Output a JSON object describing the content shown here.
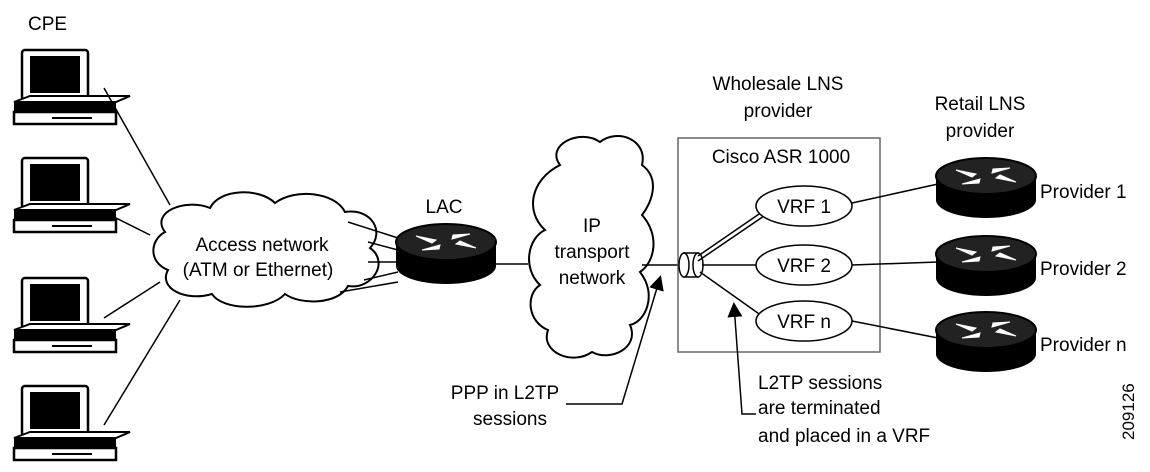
{
  "labels": {
    "cpe": "CPE",
    "access_line1": "Access network",
    "access_line2": "(ATM or Ethernet)",
    "lac": "LAC",
    "ip_line1": "IP",
    "ip_line2": "transport",
    "ip_line3": "network",
    "wholesale_line1": "Wholesale LNS",
    "wholesale_line2": "provider",
    "retail_line1": "Retail LNS",
    "retail_line2": "provider",
    "asr": "Cisco ASR 1000",
    "vrf1": "VRF 1",
    "vrf2": "VRF 2",
    "vrfn": "VRF n",
    "provider1": "Provider 1",
    "provider2": "Provider 2",
    "providern": "Provider n",
    "ppp_line1": "PPP in L2TP",
    "ppp_line2": "sessions",
    "l2tp_line1": "L2TP sessions",
    "l2tp_line2": "are terminated",
    "l2tp_line3": "and placed in a VRF",
    "figure_id": "209126"
  },
  "icons": {
    "cpe": "desktop-computer-icon",
    "router": "router-icon",
    "cloud": "network-cloud-icon"
  },
  "colors": {
    "ink": "#000000",
    "box": "#666666",
    "background": "#ffffff"
  }
}
